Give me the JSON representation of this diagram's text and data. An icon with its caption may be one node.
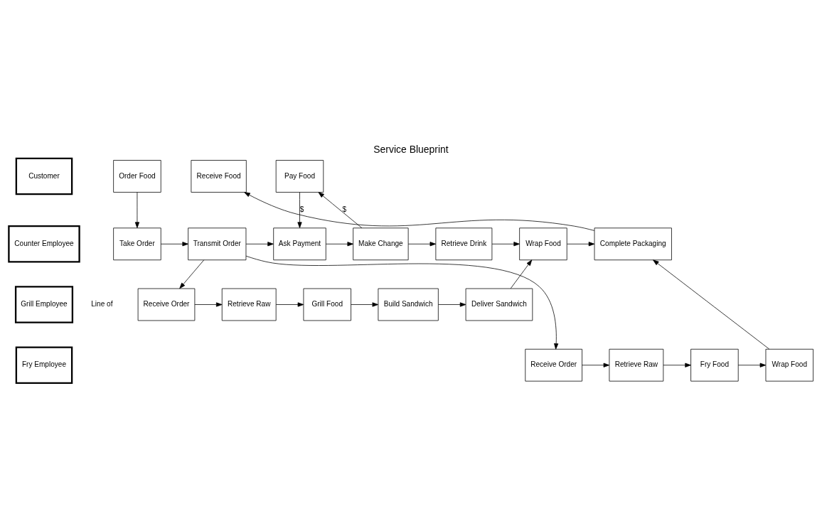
{
  "diagram": {
    "title": "Service Blueprint",
    "nodes": [
      {
        "text": [
          "Customer"
        ]
      },
      {
        "text": [
          "Counter Employee"
        ]
      },
      {
        "text": [
          "Grill Employee"
        ]
      },
      {
        "text": [
          "Fry Employee"
        ]
      },
      {
        "text": [
          "Order Food"
        ]
      },
      {
        "text": [
          "Pay Food"
        ]
      },
      {
        "text": [
          "Receive Food"
        ]
      },
      {
        "text": [
          "Take Order"
        ]
      },
      {
        "text": [
          "Ask Payment"
        ]
      },
      {
        "text": [
          "Make Change"
        ]
      },
      {
        "text": [
          "Complete Packaging"
        ]
      },
      {
        "text": [
          "Transmit Order"
        ]
      },
      {
        "text": [
          "Retrieve Drink"
        ]
      },
      {
        "text": [
          "Wrap Food"
        ]
      },
      {
        "text": [
          "Receive Order"
        ]
      },
      {
        "text": [
          "Retrieve Raw"
        ]
      },
      {
        "text": [
          "Grill Food"
        ]
      },
      {
        "text": [
          "Build Sandwich"
        ]
      },
      {
        "text": [
          "Deliver Sandwich"
        ]
      },
      {
        "text": [
          "Receive Order"
        ]
      },
      {
        "text": [
          "Retrieve Raw"
        ]
      },
      {
        "text": [
          "Fry Food"
        ]
      },
      {
        "text": [
          "Wrap Food"
        ]
      }
    ],
    "edges": [
      {
        "from": 4,
        "to": 7,
        "arrow": "to"
      },
      {
        "from": 7,
        "to": 11,
        "arrow": "to"
      },
      {
        "from": 11,
        "to": 8,
        "arrow": "to"
      },
      {
        "from": 5,
        "to": 8,
        "arrow": "to",
        "label": "$"
      },
      {
        "from": 8,
        "to": 9,
        "arrow": "to"
      },
      {
        "from": 9,
        "to": 5,
        "arrow": "to",
        "label": "$"
      },
      {
        "from": 9,
        "to": 12,
        "arrow": "to"
      },
      {
        "from": 12,
        "to": 13,
        "arrow": "to"
      },
      {
        "from": 13,
        "to": 10,
        "arrow": "to"
      },
      {
        "from": 10,
        "to": 6,
        "arrow": "to"
      },
      {
        "from": 11,
        "to": 14,
        "arrow": "to"
      },
      {
        "from": 11,
        "to": 19,
        "arrow": "to"
      },
      {
        "from": 14,
        "to": 15,
        "arrow": "to"
      },
      {
        "from": 15,
        "to": 16,
        "arrow": "to"
      },
      {
        "from": 16,
        "to": 17,
        "arrow": "to"
      },
      {
        "from": 17,
        "to": 18,
        "arrow": "to"
      },
      {
        "from": 18,
        "to": 13,
        "arrow": "to"
      },
      {
        "from": 19,
        "to": 20,
        "arrow": "to"
      },
      {
        "from": 20,
        "to": 21,
        "arrow": "to"
      },
      {
        "from": 21,
        "to": 22,
        "arrow": "to"
      },
      {
        "from": 22,
        "to": 10,
        "arrow": "to"
      }
    ],
    "labels": [
      "Line of"
    ]
  }
}
